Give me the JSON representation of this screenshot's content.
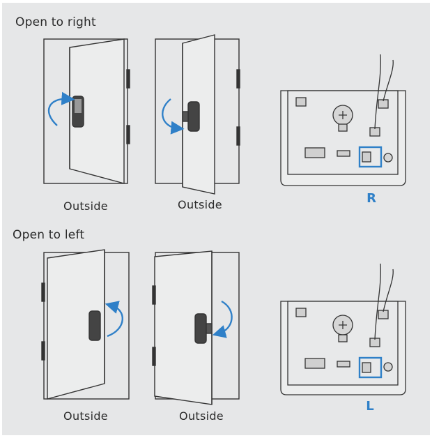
{
  "sections": [
    {
      "heading": "Open to right",
      "captions": [
        "Outside",
        "Outside"
      ],
      "board_label": "R",
      "arrow_icons": [
        "curved-arrow-up-icon",
        "curved-arrow-down-icon"
      ]
    },
    {
      "heading": "Open to left",
      "captions": [
        "Outside",
        "Outside"
      ],
      "board_label": "L",
      "arrow_icons": [
        "curved-arrow-up-icon",
        "curved-arrow-down-icon"
      ]
    }
  ],
  "colors": {
    "background": "#e6e7e8",
    "line": "#333333",
    "arrow": "#2f80c8",
    "highlight": "#2f80c8",
    "label": "#2f80c8"
  }
}
